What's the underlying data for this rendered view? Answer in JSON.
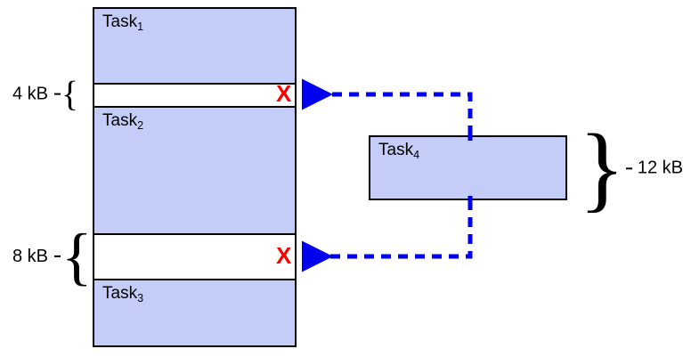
{
  "diagram": {
    "title": "memory-allocation-external-fragmentation",
    "colors": {
      "task_fill": "#c3cdf8",
      "outline": "#000000",
      "arrow": "#0000ee",
      "x_mark": "#ff0000",
      "background": "#ffffff"
    }
  },
  "memory_column": {
    "name": "memory-map",
    "blocks": [
      {
        "kind": "task",
        "label_base": "Task",
        "label_sub": "1",
        "label_full": "Task1"
      },
      {
        "kind": "hole",
        "size": "4 kB",
        "brace": "{",
        "x_mark": "X"
      },
      {
        "kind": "task",
        "label_base": "Task",
        "label_sub": "2",
        "label_full": "Task2"
      },
      {
        "kind": "hole",
        "size": "8 kB",
        "brace": "{",
        "x_mark": "X"
      },
      {
        "kind": "task",
        "label_base": "Task",
        "label_sub": "3",
        "label_full": "Task3"
      }
    ]
  },
  "incoming_task": {
    "name": "task4",
    "label_base": "Task",
    "label_sub": "4",
    "label_full": "Task4",
    "size": "12 kB",
    "brace": "}"
  },
  "connectors": [
    {
      "name": "arrow-to-4kb-hole",
      "style": "dashed",
      "target": "4 kB hole",
      "result": "rejected"
    },
    {
      "name": "arrow-to-8kb-hole",
      "style": "dashed",
      "target": "8 kB hole",
      "result": "rejected"
    }
  ]
}
